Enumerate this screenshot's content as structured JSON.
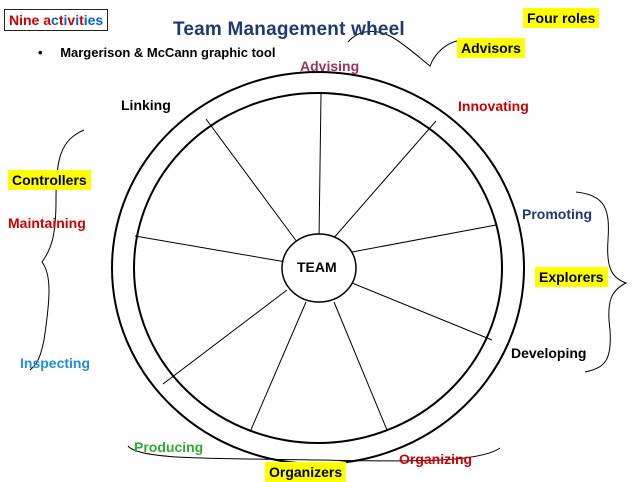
{
  "title": "Team Management wheel",
  "bullet": "Margerison & McCann  graphic tool",
  "nine_activities": {
    "letters": [
      {
        "t": "Nine ",
        "c": "#cc0000"
      },
      {
        "t": "a",
        "c": "#cc0000"
      },
      {
        "t": "c",
        "c": "#0066cc"
      },
      {
        "t": "t",
        "c": "#cc0000"
      },
      {
        "t": "i",
        "c": "#0066cc"
      },
      {
        "t": "v",
        "c": "#cc0000"
      },
      {
        "t": "i",
        "c": "#0066cc"
      },
      {
        "t": "t",
        "c": "#cc0000"
      },
      {
        "t": "ies",
        "c": "#0066cc"
      }
    ]
  },
  "roles": {
    "four_roles": "Four roles",
    "advisors": "Advisors",
    "controllers": "Controllers",
    "explorers": "Explorers",
    "organizers": "Organizers"
  },
  "center": "TEAM",
  "activities": {
    "advising": "Advising",
    "innovating": "Innovating",
    "promoting": "Promoting",
    "developing": "Developing",
    "organizing": "Organizing",
    "producing": "Producing",
    "inspecting": "Inspecting",
    "maintaining": "Maintaining",
    "linking": "Linking"
  },
  "colors": {
    "advising": "#993366",
    "innovating": "#cc0000",
    "promoting": "#1f3a6e",
    "developing": "#000000",
    "organizing": "#cc0000",
    "producing": "#33aa33",
    "inspecting": "#1f8fd6",
    "maintaining": "#cc0000",
    "linking": "#000000",
    "title": "#1f3a6e",
    "highlight": "#ffff00"
  }
}
